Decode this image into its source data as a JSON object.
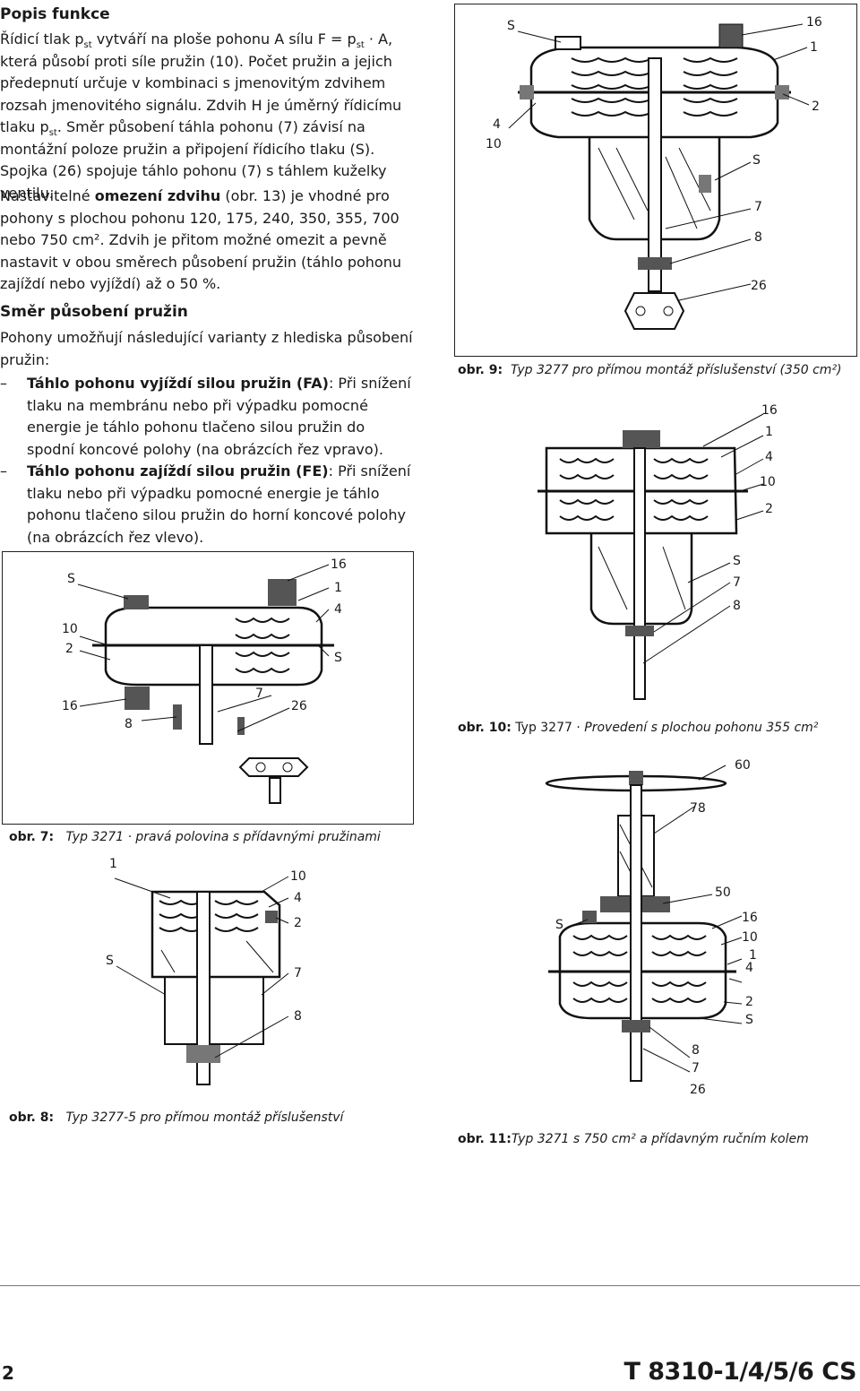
{
  "section_function": {
    "title": "Popis funkce",
    "p1_a": "Řídicí tlak p",
    "p1_sub1": "st",
    "p1_b": " vytváří na ploše pohonu A sílu F = p",
    "p1_sub2": "st",
    "p1_c": " · A, která působí proti síle pružin (10). Počet pružin a jejich předepnutí určuje v kombinaci s jmenovitým zdvihem rozsah jmenovitého signálu. Zdvih H je úměrný řídicímu tlaku p",
    "p1_sub3": "st",
    "p1_d": ". Směr působení táhla pohonu (7) závisí na montážní poloze pružin a připojení řídicího tlaku (S).",
    "p2": "Spojka (26) spojuje táhlo pohonu (7) s táhlem kuželky ventilu.",
    "p3_a": "Nastavitelné ",
    "p3_bold": "omezení zdvihu",
    "p3_b": " (obr. 13) je vhodné pro pohony s plochou pohonu 120, 175, 240, 350, 355, 700 nebo 750 cm². Zdvih je přitom možné omezit a pevně nastavit v obou směrech působení pružin (táhlo pohonu zajíždí nebo vyjíždí) až o 50 %."
  },
  "section_springs": {
    "title": "Směr působení pružin",
    "intro": "Pohony umožňují následující varianty z hlediska působení pružin:",
    "items": [
      {
        "dash": "–",
        "bold": "Táhlo pohonu vyjíždí silou pružin (FA)",
        "text": ": Při snížení tlaku na membránu nebo při výpadku pomocné energie je táhlo pohonu tlačeno silou pružin do spodní koncové polohy (na obrázcích řez vpravo)."
      },
      {
        "dash": "–",
        "bold": "Táhlo pohonu zajíždí silou pružin (FE)",
        "text": ": Při snížení tlaku nebo při výpadku pomocné energie je táhlo pohonu tlačeno silou pružin do horní koncové polohy (na obrázcích řez vlevo)."
      }
    ]
  },
  "figures": {
    "fig9": {
      "caption_num": "obr. 9:",
      "caption_text": "Typ 3277 pro přímou montáž příslušenství (350 cm²)",
      "labels": {
        "s_top": "S",
        "n16": "16",
        "n1": "1",
        "n2": "2",
        "n4": "4",
        "n10": "10",
        "s_mid": "S",
        "n7": "7",
        "n8": "8",
        "n26": "26"
      }
    },
    "fig10": {
      "caption_num": "obr. 10:",
      "caption_text_a": "Typ 3277 · ",
      "caption_text_b": "Provedení s plochou pohonu 355 cm²",
      "labels": {
        "n16": "16",
        "n1": "1",
        "n4": "4",
        "n10": "10",
        "n2": "2",
        "s": "S",
        "n7": "7",
        "n8": "8"
      }
    },
    "fig7": {
      "caption_num": "obr. 7:",
      "caption_text": "Typ 3271 · pravá polovina s přídavnými pružinami",
      "labels": {
        "s_top": "S",
        "n16_top": "16",
        "n1": "1",
        "n4": "4",
        "n10": "10",
        "n2": "2",
        "s_right": "S",
        "n16_left": "16",
        "n8": "8",
        "n7": "7",
        "n26": "26"
      }
    },
    "fig8": {
      "caption_num": "obr. 8:",
      "caption_text": "Typ 3277-5 pro přímou montáž příslušenství",
      "labels": {
        "n1": "1",
        "n10": "10",
        "n4": "4",
        "n2": "2",
        "s": "S",
        "n7": "7",
        "n8": "8"
      }
    },
    "fig11": {
      "caption_num": "obr. 11:",
      "caption_text": "Typ 3271 s 750 cm² a přídavným ručním kolem",
      "labels": {
        "n60": "60",
        "n78": "78",
        "n50": "50",
        "s_left": "S",
        "n16": "16",
        "n10": "10",
        "n1": "1",
        "n4": "4",
        "n2": "2",
        "s_right": "S",
        "n8": "8",
        "n7": "7",
        "n26": "26"
      }
    }
  },
  "footer": {
    "page_number": "2",
    "document_id": "T 8310-1/4/5/6 CS"
  }
}
